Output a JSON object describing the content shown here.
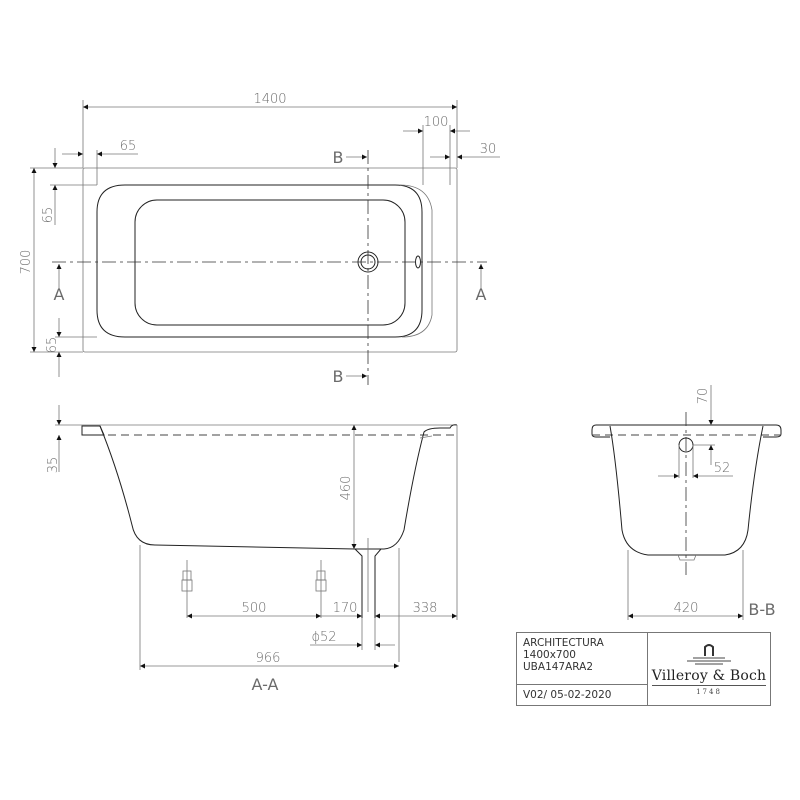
{
  "plan_view": {
    "dimensions": {
      "overall_length": "1400",
      "overall_width": "700",
      "rim_left": "65",
      "rim_top": "65",
      "rim_bottom": "65",
      "rim_right_outer": "100",
      "rim_right_step": "30"
    },
    "section_markers": {
      "a_left": "A",
      "a_right": "A",
      "b_top": "B",
      "b_bottom": "B"
    }
  },
  "section_aa": {
    "label": "A-A",
    "dimensions": {
      "rim_thickness": "35",
      "depth": "460",
      "feet_spacing": "500",
      "foot_to_waste": "170",
      "waste_to_end": "338",
      "waste_diameter": "ϕ52",
      "overall_to_waste": "966"
    }
  },
  "section_bb": {
    "label": "B-B",
    "dimensions": {
      "overflow_height": "70",
      "overflow_diameter": "52",
      "bottom_width": "420"
    }
  },
  "title_block": {
    "product_name": "ARCHITECTURA",
    "size": "1400x700",
    "article_number": "UBA147ARA2",
    "version": "V02/ 05-02-2020",
    "brand": "Villeroy & Boch",
    "brand_year": "1748"
  }
}
